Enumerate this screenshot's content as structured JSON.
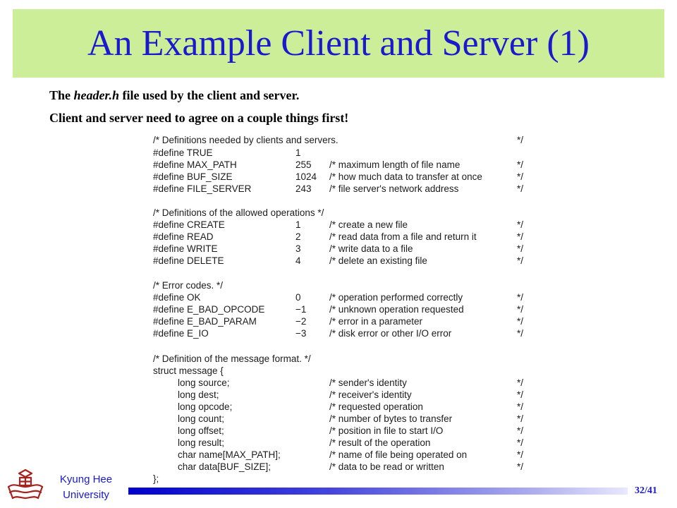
{
  "slide": {
    "title": "An Example Client and Server (1)",
    "subtitle_line1_prefix": "The ",
    "subtitle_line1_italic": "header.h",
    "subtitle_line1_suffix": " file used by the client and server.",
    "subtitle_line2": "Client and server need to agree on a couple things first!"
  },
  "code_lines": [
    {
      "c1": "/* Definitions needed by clients and servers.",
      "c2": "",
      "c3": "",
      "c4": "*/"
    },
    {
      "c1": "#define TRUE",
      "c2": "1",
      "c3": "",
      "c4": ""
    },
    {
      "c1": "#define MAX_PATH",
      "c2": "255",
      "c3": "/* maximum length of file name",
      "c4": "*/"
    },
    {
      "c1": "#define BUF_SIZE",
      "c2": "1024",
      "c3": "/* how much data to transfer at once",
      "c4": "*/"
    },
    {
      "c1": "#define FILE_SERVER",
      "c2": "243",
      "c3": "/* file server's network address",
      "c4": "*/"
    },
    {
      "c1": "/* Definitions of the allowed operations */",
      "c2": "",
      "c3": "",
      "c4": ""
    },
    {
      "c1": "#define CREATE",
      "c2": "1",
      "c3": "/* create a new file",
      "c4": "*/"
    },
    {
      "c1": "#define READ",
      "c2": "2",
      "c3": "/* read data from a file and return it",
      "c4": "*/"
    },
    {
      "c1": "#define WRITE",
      "c2": "3",
      "c3": "/* write data to a file",
      "c4": "*/"
    },
    {
      "c1": "#define DELETE",
      "c2": "4",
      "c3": "/* delete an existing file",
      "c4": "*/"
    },
    {
      "c1": "/* Error codes. */",
      "c2": "",
      "c3": "",
      "c4": ""
    },
    {
      "c1": "#define OK",
      "c2": "0",
      "c3": "/* operation performed correctly",
      "c4": "*/"
    },
    {
      "c1": "#define E_BAD_OPCODE",
      "c2": "−1",
      "c3": "/* unknown operation requested",
      "c4": "*/"
    },
    {
      "c1": "#define E_BAD_PARAM",
      "c2": "−2",
      "c3": "/* error in a parameter",
      "c4": "*/"
    },
    {
      "c1": "#define E_IO",
      "c2": "−3",
      "c3": "/* disk error or other I/O error",
      "c4": "*/"
    },
    {
      "c1": "/* Definition of the message format. */",
      "c2": "",
      "c3": "",
      "c4": ""
    },
    {
      "c1": "struct message {",
      "c2": "",
      "c3": "",
      "c4": ""
    },
    {
      "c1": "long source;",
      "c2": "",
      "c3": "/* sender's identity",
      "c4": "*/"
    },
    {
      "c1": "long dest;",
      "c2": "",
      "c3": "/* receiver's identity",
      "c4": "*/"
    },
    {
      "c1": "long opcode;",
      "c2": "",
      "c3": "/* requested operation",
      "c4": "*/"
    },
    {
      "c1": "long count;",
      "c2": "",
      "c3": "/* number of bytes to transfer",
      "c4": "*/"
    },
    {
      "c1": "long offset;",
      "c2": "",
      "c3": "/* position in file to start I/O",
      "c4": "*/"
    },
    {
      "c1": "long result;",
      "c2": "",
      "c3": "/* result of the operation",
      "c4": "*/"
    },
    {
      "c1": "char name[MAX_PATH];",
      "c2": "",
      "c3": "/* name of file being operated on",
      "c4": "*/"
    },
    {
      "c1": "char data[BUF_SIZE];",
      "c2": "",
      "c3": "/* data to be read or written",
      "c4": "*/"
    },
    {
      "c1": "};",
      "c2": "",
      "c3": "",
      "c4": ""
    }
  ],
  "footer": {
    "university_line1": "Kyung Hee",
    "university_line2": "University",
    "page": "32/41"
  },
  "colors": {
    "title_bar": "#ccee99",
    "title_text": "#1a1acc",
    "logo": "#a8221d"
  }
}
